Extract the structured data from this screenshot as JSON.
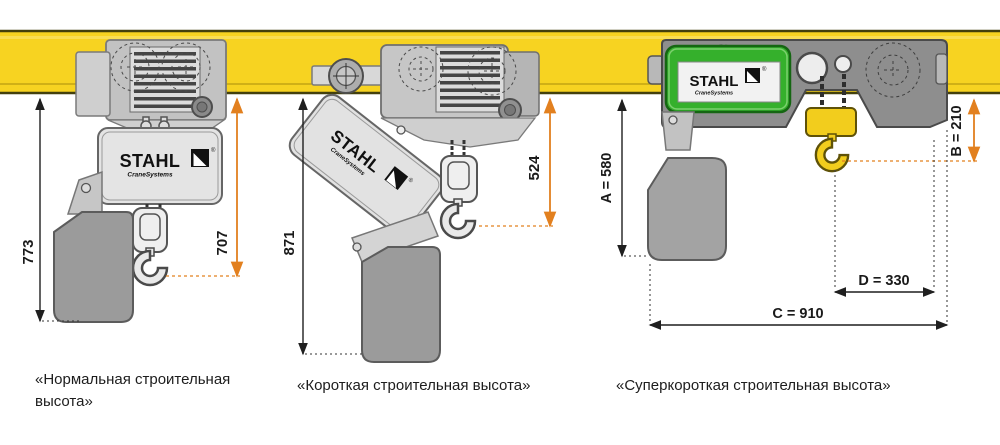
{
  "brand": {
    "name": "STAHL",
    "sub": "CraneSystems",
    "reg": "®"
  },
  "colors": {
    "beam_yellow": "#f7d321",
    "dimension_orange": "#e2801f",
    "logo_green": "#35b02c",
    "hook_yellow": "#f2cd1d"
  },
  "hoists": {
    "normal": {
      "total_height": "773",
      "hook_path": "707",
      "caption_l1": "«Нормальная строительная",
      "caption_l2": "высота»"
    },
    "short": {
      "total_height": "871",
      "hook_path": "524",
      "caption": "«Короткая строительная высота»"
    },
    "super_short": {
      "dim_a": "A = 580",
      "dim_b": "B = 210",
      "dim_d": "D = 330",
      "dim_c": "C = 910",
      "caption": "«Суперкороткая строительная высота»"
    }
  }
}
